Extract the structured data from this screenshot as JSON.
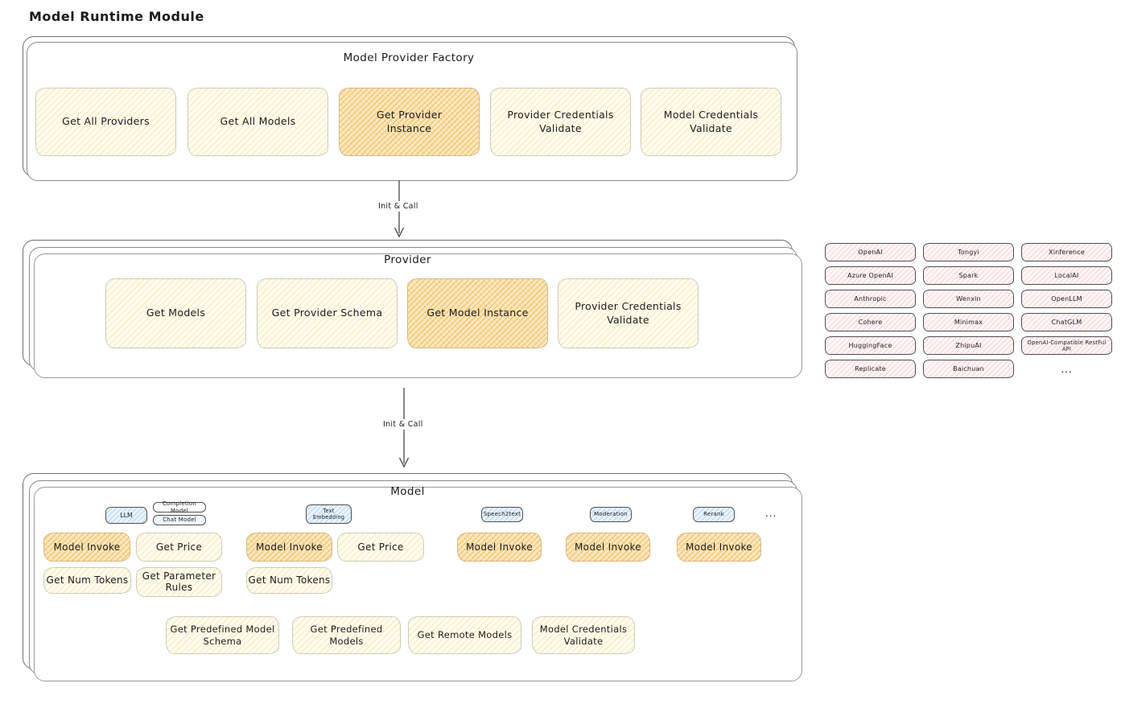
{
  "page": {
    "title": "Model Runtime Module"
  },
  "colors": {
    "yellow_fill": "#fdf6d8",
    "orange_highlight_fill": "#fbd99d",
    "pink_fill": "#fdecec",
    "blue_fill": "#ddedfb",
    "sheet_border": "#6e6e6e",
    "text": "#1b1b1b"
  },
  "factory": {
    "title": "Model Provider Factory",
    "functions": [
      {
        "label": "Get All Providers",
        "highlighted": false
      },
      {
        "label": "Get All Models",
        "highlighted": false
      },
      {
        "label": "Get Provider\nInstance",
        "highlighted": true
      },
      {
        "label": "Provider Credentials\nValidate",
        "highlighted": false
      },
      {
        "label": "Model Credentials\nValidate",
        "highlighted": false
      }
    ]
  },
  "arrows": {
    "factory_to_provider": "Init & Call",
    "provider_to_model": "Init & Call"
  },
  "provider": {
    "title": "Provider",
    "functions": [
      {
        "label": "Get Models",
        "highlighted": false
      },
      {
        "label": "Get Provider Schema",
        "highlighted": false
      },
      {
        "label": "Get Model Instance",
        "highlighted": true
      },
      {
        "label": "Provider Credentials\nValidate",
        "highlighted": false
      }
    ]
  },
  "providers_grid": {
    "items": [
      "OpenAI",
      "Tongyi",
      "Xinference",
      "Azure OpenAI",
      "Spark",
      "LocalAI",
      "Anthropic",
      "Wenxin",
      "OpenLLM",
      "Cohere",
      "Minimax",
      "ChatGLM",
      "HuggingFace",
      "ZhipuAI",
      "OpenAI-Compatible RestFul API",
      "Replicate",
      "Baichuan"
    ],
    "more": "..."
  },
  "model": {
    "title": "Model",
    "types": {
      "llm": "LLM",
      "completion": "Completion Model",
      "chat": "Chat Model",
      "text_embedding": "Text\nEmbedding",
      "speech2text": "Speech2text",
      "moderation": "Moderation",
      "rerank": "Rerank",
      "more": "..."
    },
    "functions": {
      "llm_invoke": "Model Invoke",
      "llm_get_price": "Get Price",
      "llm_get_num_tokens": "Get Num Tokens",
      "llm_get_parameter_rules": "Get Parameter\nRules",
      "te_invoke": "Model Invoke",
      "te_get_price": "Get Price",
      "te_get_num_tokens": "Get Num Tokens",
      "s2t_invoke": "Model Invoke",
      "moderation_invoke": "Model Invoke",
      "rerank_invoke": "Model Invoke",
      "get_predefined_model_schema": "Get Predefined Model\nSchema",
      "get_predefined_models": "Get Predefined\nModels",
      "get_remote_models": "Get Remote Models",
      "model_credentials_validate": "Model Credentials\nValidate"
    }
  }
}
